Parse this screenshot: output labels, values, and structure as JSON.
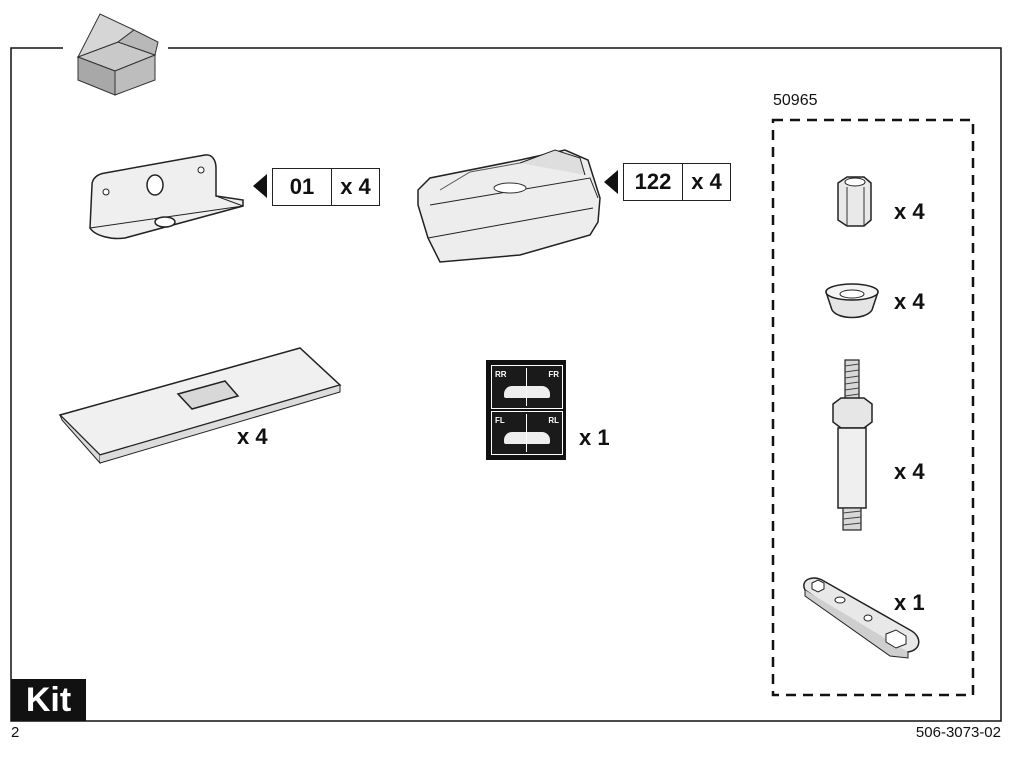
{
  "page": {
    "page_number": "2",
    "doc_number": "506-3073-02",
    "kit_label": "Kit"
  },
  "parts": {
    "bracket": {
      "code": "01",
      "qty": "x 4"
    },
    "foot": {
      "code": "122",
      "qty": "x 4"
    },
    "pad": {
      "qty": "x 4"
    },
    "sticker": {
      "qty": "x 1",
      "labels": [
        "RR",
        "FR",
        "FL",
        "RL"
      ]
    }
  },
  "hardware_kit": {
    "number": "50965",
    "items": [
      {
        "name": "nut",
        "qty": "x 4"
      },
      {
        "name": "washer",
        "qty": "x 4"
      },
      {
        "name": "bolt",
        "qty": "x 4"
      },
      {
        "name": "wrench",
        "qty": "x 1"
      }
    ]
  }
}
